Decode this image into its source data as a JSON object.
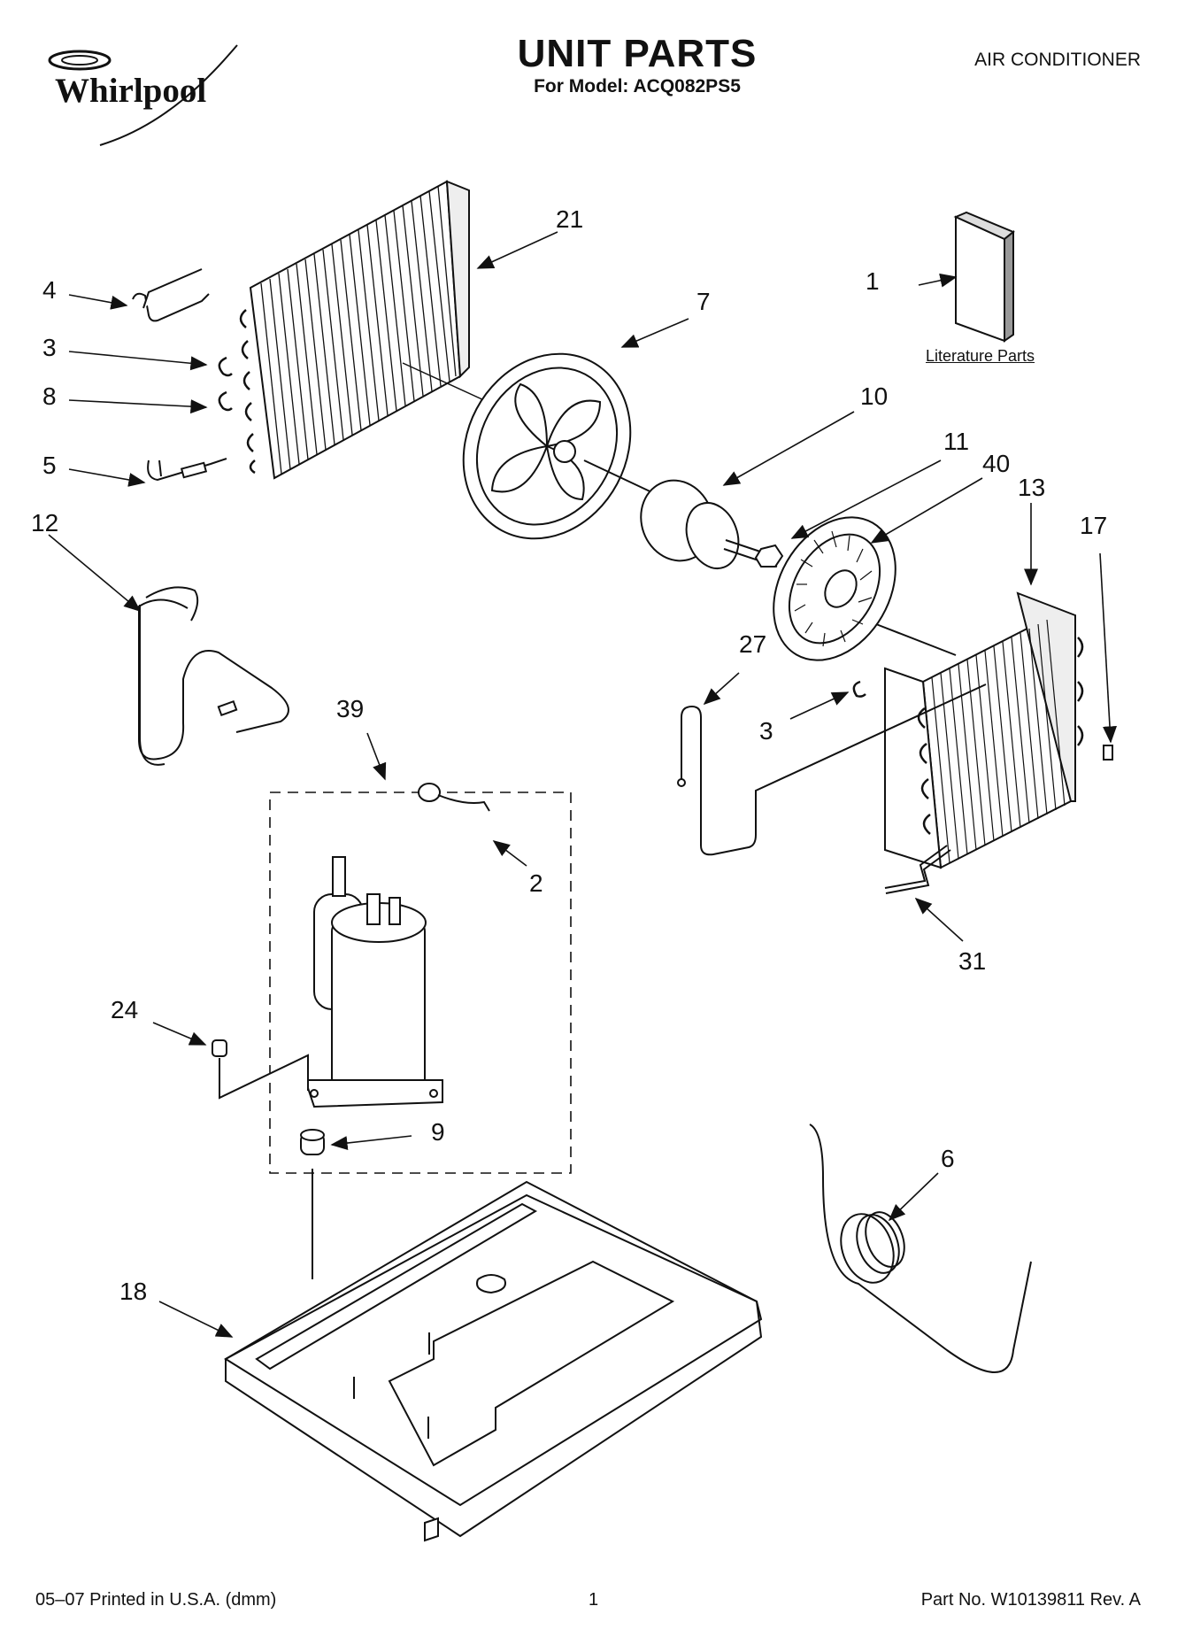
{
  "header": {
    "brand": "Whirlpool",
    "title": "UNIT PARTS",
    "subtitle": "For Model: ACQ082PS5",
    "category": "AIR CONDITIONER"
  },
  "literature_label": "Literature Parts",
  "callouts": {
    "c1": "1",
    "c2": "2",
    "c3a": "3",
    "c3b": "3",
    "c4": "4",
    "c5": "5",
    "c6": "6",
    "c7": "7",
    "c8": "8",
    "c9": "9",
    "c10": "10",
    "c11": "11",
    "c12": "12",
    "c13": "13",
    "c17": "17",
    "c18": "18",
    "c21": "21",
    "c24": "24",
    "c27": "27",
    "c31": "31",
    "c39": "39",
    "c40": "40"
  },
  "footer": {
    "left": "05–07 Printed in U.S.A. (dmm)",
    "center": "1",
    "right": "Part No. W10139811 Rev. A"
  }
}
